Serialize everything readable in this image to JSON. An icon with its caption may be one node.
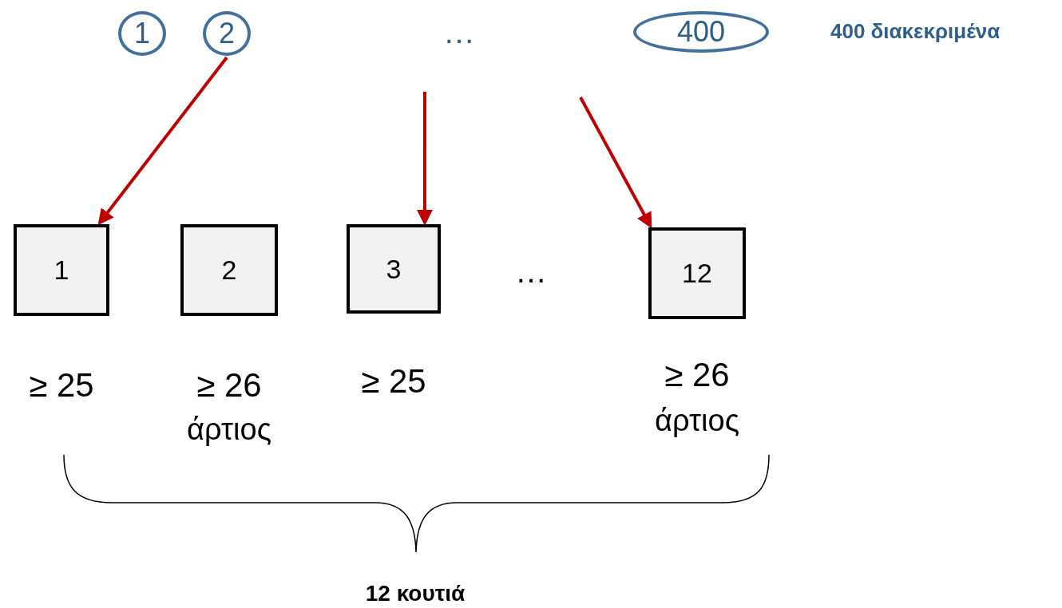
{
  "diagram": {
    "nodes": [
      {
        "text": [
          "1"
        ]
      },
      {
        "text": [
          "2"
        ]
      },
      {
        "text": [
          "400"
        ]
      },
      {
        "text": [
          "1"
        ],
        "beside": [
          "≥ 25"
        ]
      },
      {
        "text": [
          "2"
        ],
        "beside": [
          "≥ 26",
          "άρτιος"
        ]
      },
      {
        "text": [
          "3"
        ],
        "beside": [
          "≥ 25"
        ]
      },
      {
        "text": [
          "12"
        ],
        "beside": [
          "≥ 26",
          "άρτιος"
        ]
      }
    ],
    "edges": [
      {
        "from": 1,
        "to": 3,
        "arrow": "to"
      },
      {
        "from": null,
        "to": 5,
        "arrow": "to"
      },
      {
        "from": null,
        "to": 6,
        "arrow": "to"
      }
    ],
    "labels": [
      "…",
      "400 διακεκριμένα",
      "…",
      "12 κουτιά"
    ]
  }
}
